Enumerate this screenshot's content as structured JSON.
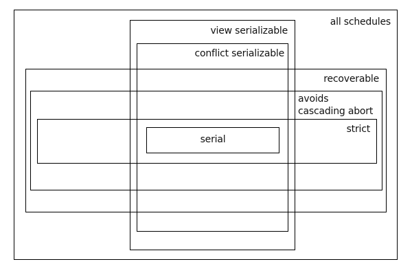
{
  "diagram": {
    "description": "Nested rectangle diagram of transaction schedule classes",
    "colors": {
      "background": "#ffffff",
      "line": "#000000",
      "text": "#111111"
    },
    "regions": {
      "all_schedules": {
        "label": "all schedules"
      },
      "view_serializable": {
        "label": "view serializable"
      },
      "conflict_serializable": {
        "label": "conflict serializable"
      },
      "recoverable": {
        "label": "recoverable"
      },
      "avoids_cascading_abort": {
        "label_line1": "avoids",
        "label_line2": "cascading abort"
      },
      "strict": {
        "label": "strict"
      },
      "serial": {
        "label": "serial"
      }
    }
  }
}
